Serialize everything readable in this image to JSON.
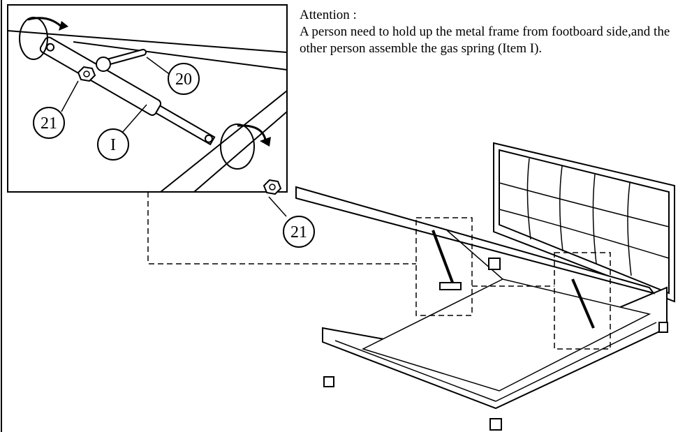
{
  "note": {
    "heading": "Attention :",
    "body": "A person need to hold up the metal frame from footboard side,and the other person assemble the gas spring (Item I)."
  },
  "callouts": {
    "item_20": "20",
    "item_21_upper": "21",
    "item_21_lower": "21",
    "item_i": "I"
  },
  "colors": {
    "line": "#000000",
    "background": "#ffffff"
  }
}
